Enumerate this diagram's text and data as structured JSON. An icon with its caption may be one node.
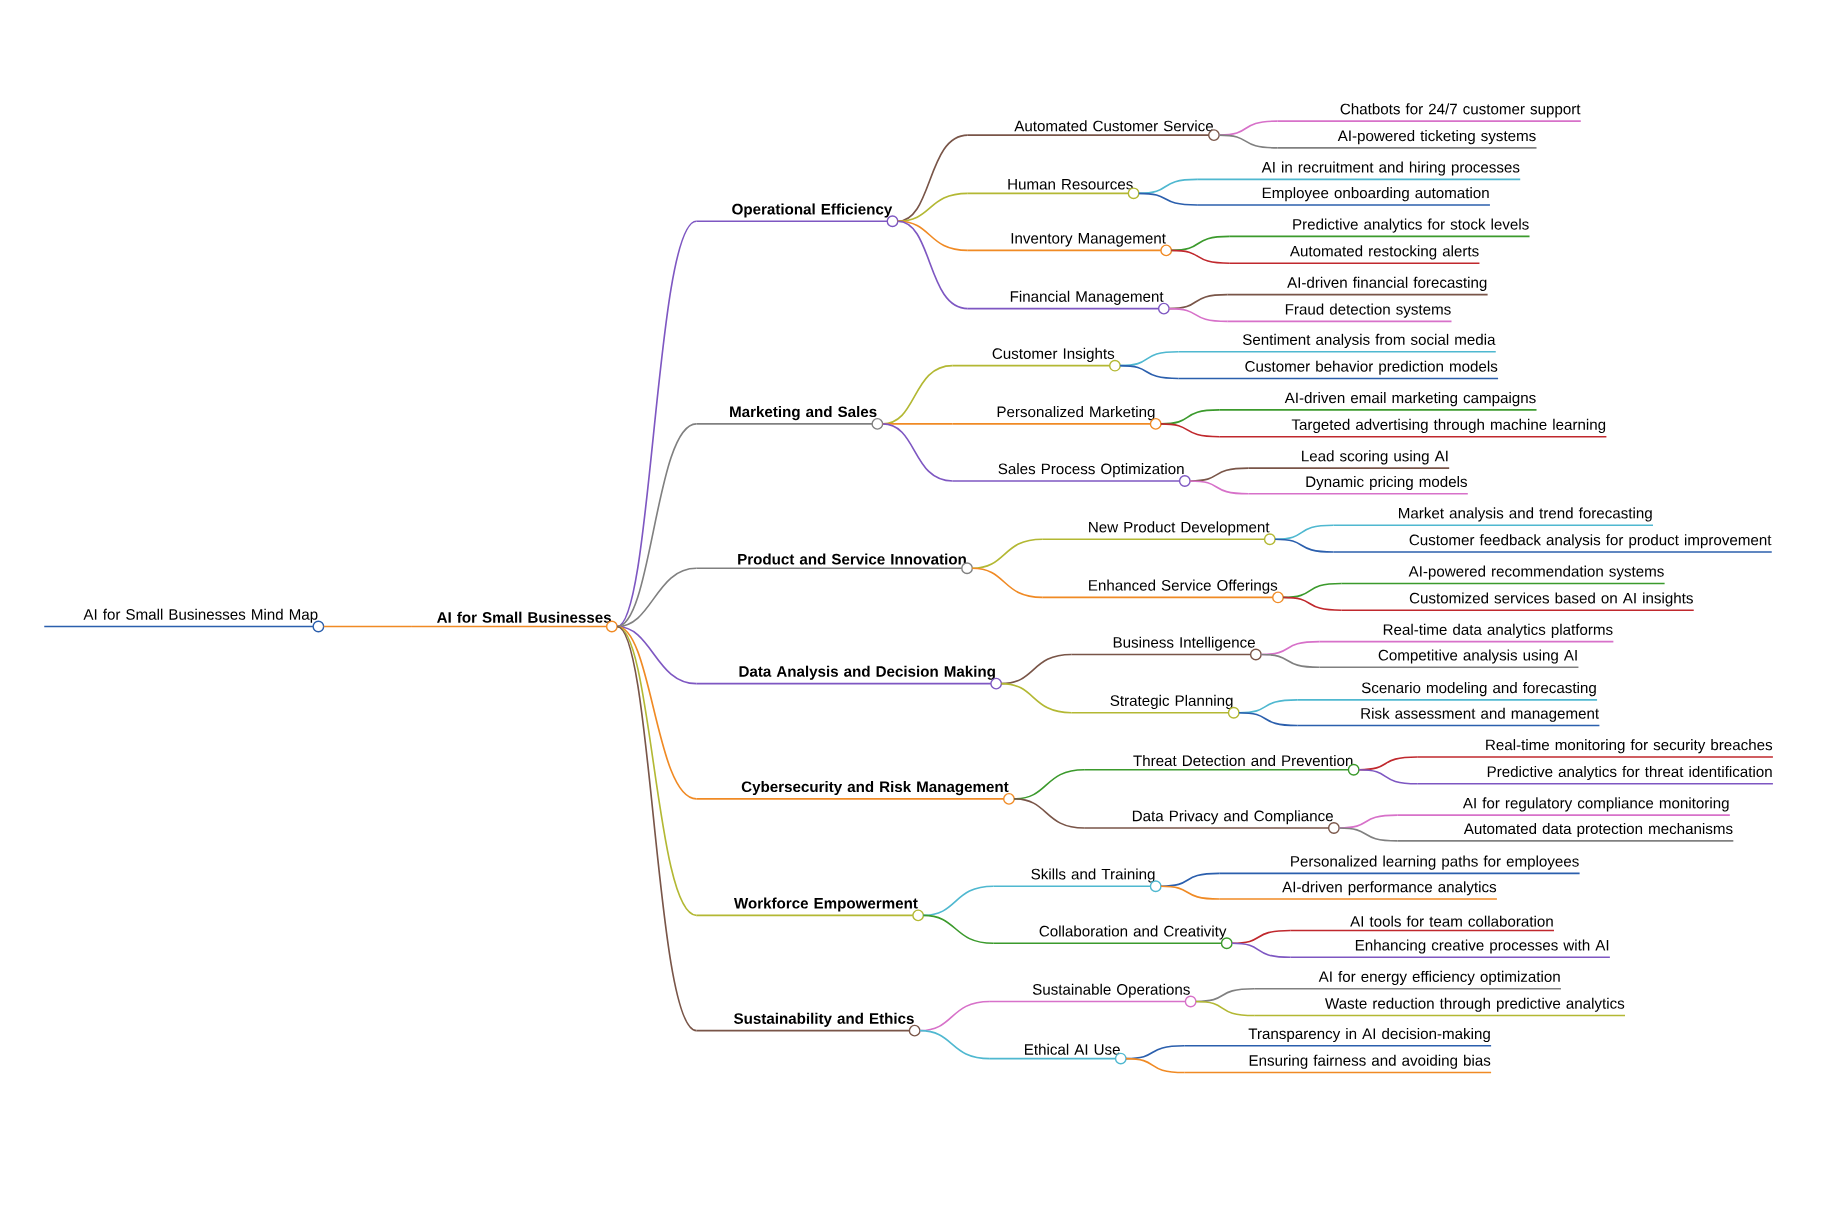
{
  "diagram": {
    "nodes": [
      {
        "text": [
          "AI for Small Businesses Mind Map"
        ]
      },
      {
        "text": [
          "AI for Small Businesses"
        ]
      },
      {
        "text": [
          "Operational Efficiency"
        ]
      },
      {
        "text": [
          "Automated Customer Service"
        ]
      },
      {
        "text": [
          "Chatbots for 24/7 customer support"
        ]
      },
      {
        "text": [
          "AI-powered ticketing systems"
        ]
      },
      {
        "text": [
          "Human Resources"
        ]
      },
      {
        "text": [
          "AI in recruitment and hiring processes"
        ]
      },
      {
        "text": [
          "Employee onboarding automation"
        ]
      },
      {
        "text": [
          "Inventory Management"
        ]
      },
      {
        "text": [
          "Predictive analytics for stock levels"
        ]
      },
      {
        "text": [
          "Automated restocking alerts"
        ]
      },
      {
        "text": [
          "Financial Management"
        ]
      },
      {
        "text": [
          "AI-driven financial forecasting"
        ]
      },
      {
        "text": [
          "Fraud detection systems"
        ]
      },
      {
        "text": [
          "Marketing and Sales"
        ]
      },
      {
        "text": [
          "Customer Insights"
        ]
      },
      {
        "text": [
          "Sentiment analysis from social media"
        ]
      },
      {
        "text": [
          "Customer behavior prediction models"
        ]
      },
      {
        "text": [
          "Personalized Marketing"
        ]
      },
      {
        "text": [
          "AI-driven email marketing campaigns"
        ]
      },
      {
        "text": [
          "Targeted advertising through machine learning"
        ]
      },
      {
        "text": [
          "Sales Process Optimization"
        ]
      },
      {
        "text": [
          "Lead scoring using AI"
        ]
      },
      {
        "text": [
          "Dynamic pricing models"
        ]
      },
      {
        "text": [
          "Product and Service Innovation"
        ]
      },
      {
        "text": [
          "New Product Development"
        ]
      },
      {
        "text": [
          "Market analysis and trend forecasting"
        ]
      },
      {
        "text": [
          "Customer feedback analysis for product improvement"
        ]
      },
      {
        "text": [
          "Enhanced Service Offerings"
        ]
      },
      {
        "text": [
          "AI-powered recommendation systems"
        ]
      },
      {
        "text": [
          "Customized services based on AI insights"
        ]
      },
      {
        "text": [
          "Data Analysis and Decision Making"
        ]
      },
      {
        "text": [
          "Business Intelligence"
        ]
      },
      {
        "text": [
          "Real-time data analytics platforms"
        ]
      },
      {
        "text": [
          "Competitive analysis using AI"
        ]
      },
      {
        "text": [
          "Strategic Planning"
        ]
      },
      {
        "text": [
          "Scenario modeling and forecasting"
        ]
      },
      {
        "text": [
          "Risk assessment and management"
        ]
      },
      {
        "text": [
          "Cybersecurity and Risk Management"
        ]
      },
      {
        "text": [
          "Threat Detection and Prevention"
        ]
      },
      {
        "text": [
          "Real-time monitoring for security breaches"
        ]
      },
      {
        "text": [
          "Predictive analytics for threat identification"
        ]
      },
      {
        "text": [
          "Data Privacy and Compliance"
        ]
      },
      {
        "text": [
          "AI for regulatory compliance monitoring"
        ]
      },
      {
        "text": [
          "Automated data protection mechanisms"
        ]
      },
      {
        "text": [
          "Workforce Empowerment"
        ]
      },
      {
        "text": [
          "Skills and Training"
        ]
      },
      {
        "text": [
          "Personalized learning paths for employees"
        ]
      },
      {
        "text": [
          "AI-driven performance analytics"
        ]
      },
      {
        "text": [
          "Collaboration and Creativity"
        ]
      },
      {
        "text": [
          "AI tools for team collaboration"
        ]
      },
      {
        "text": [
          "Enhancing creative processes with AI"
        ]
      },
      {
        "text": [
          "Sustainability and Ethics"
        ]
      },
      {
        "text": [
          "Sustainable Operations"
        ]
      },
      {
        "text": [
          "AI for energy efficiency optimization"
        ]
      },
      {
        "text": [
          "Waste reduction through predictive analytics"
        ]
      },
      {
        "text": [
          "Ethical AI Use"
        ]
      },
      {
        "text": [
          "Transparency in AI decision-making"
        ]
      },
      {
        "text": [
          "Ensuring fairness and avoiding bias"
        ]
      }
    ],
    "edges": [
      {
        "from": 0,
        "to": 1,
        "arrow": "none",
        "color": "#f08a24"
      },
      {
        "from": 1,
        "to": 2,
        "arrow": "none",
        "color": "#7e57c2"
      },
      {
        "from": 2,
        "to": 3,
        "arrow": "none",
        "color": "#795548"
      },
      {
        "from": 3,
        "to": 4,
        "arrow": "none",
        "color": "#d771c9"
      },
      {
        "from": 3,
        "to": 5,
        "arrow": "none",
        "color": "#808080"
      },
      {
        "from": 2,
        "to": 6,
        "arrow": "none",
        "color": "#b3b833"
      },
      {
        "from": 6,
        "to": 7,
        "arrow": "none",
        "color": "#4fb8d0"
      },
      {
        "from": 6,
        "to": 8,
        "arrow": "none",
        "color": "#2b5fad"
      },
      {
        "from": 2,
        "to": 9,
        "arrow": "none",
        "color": "#f08a24"
      },
      {
        "from": 9,
        "to": 10,
        "arrow": "none",
        "color": "#3b9a2c"
      },
      {
        "from": 9,
        "to": 11,
        "arrow": "none",
        "color": "#c0282d"
      },
      {
        "from": 2,
        "to": 12,
        "arrow": "none",
        "color": "#7e57c2"
      },
      {
        "from": 12,
        "to": 13,
        "arrow": "none",
        "color": "#795548"
      },
      {
        "from": 12,
        "to": 14,
        "arrow": "none",
        "color": "#d771c9"
      },
      {
        "from": 1,
        "to": 15,
        "arrow": "none",
        "color": "#808080"
      },
      {
        "from": 15,
        "to": 16,
        "arrow": "none",
        "color": "#b3b833"
      },
      {
        "from": 16,
        "to": 17,
        "arrow": "none",
        "color": "#4fb8d0"
      },
      {
        "from": 16,
        "to": 18,
        "arrow": "none",
        "color": "#2b5fad"
      },
      {
        "from": 15,
        "to": 19,
        "arrow": "none",
        "color": "#f08a24"
      },
      {
        "from": 19,
        "to": 20,
        "arrow": "none",
        "color": "#3b9a2c"
      },
      {
        "from": 19,
        "to": 21,
        "arrow": "none",
        "color": "#c0282d"
      },
      {
        "from": 15,
        "to": 22,
        "arrow": "none",
        "color": "#7e57c2"
      },
      {
        "from": 22,
        "to": 23,
        "arrow": "none",
        "color": "#795548"
      },
      {
        "from": 22,
        "to": 24,
        "arrow": "none",
        "color": "#d771c9"
      },
      {
        "from": 1,
        "to": 25,
        "arrow": "none",
        "color": "#808080"
      },
      {
        "from": 25,
        "to": 26,
        "arrow": "none",
        "color": "#b3b833"
      },
      {
        "from": 26,
        "to": 27,
        "arrow": "none",
        "color": "#4fb8d0"
      },
      {
        "from": 26,
        "to": 28,
        "arrow": "none",
        "color": "#2b5fad"
      },
      {
        "from": 25,
        "to": 29,
        "arrow": "none",
        "color": "#f08a24"
      },
      {
        "from": 29,
        "to": 30,
        "arrow": "none",
        "color": "#3b9a2c"
      },
      {
        "from": 29,
        "to": 31,
        "arrow": "none",
        "color": "#c0282d"
      },
      {
        "from": 1,
        "to": 32,
        "arrow": "none",
        "color": "#7e57c2"
      },
      {
        "from": 32,
        "to": 33,
        "arrow": "none",
        "color": "#795548"
      },
      {
        "from": 33,
        "to": 34,
        "arrow": "none",
        "color": "#d771c9"
      },
      {
        "from": 33,
        "to": 35,
        "arrow": "none",
        "color": "#808080"
      },
      {
        "from": 32,
        "to": 36,
        "arrow": "none",
        "color": "#b3b833"
      },
      {
        "from": 36,
        "to": 37,
        "arrow": "none",
        "color": "#4fb8d0"
      },
      {
        "from": 36,
        "to": 38,
        "arrow": "none",
        "color": "#2b5fad"
      },
      {
        "from": 1,
        "to": 39,
        "arrow": "none",
        "color": "#f08a24"
      },
      {
        "from": 39,
        "to": 40,
        "arrow": "none",
        "color": "#3b9a2c"
      },
      {
        "from": 40,
        "to": 41,
        "arrow": "none",
        "color": "#c0282d"
      },
      {
        "from": 40,
        "to": 42,
        "arrow": "none",
        "color": "#7e57c2"
      },
      {
        "from": 39,
        "to": 43,
        "arrow": "none",
        "color": "#795548"
      },
      {
        "from": 43,
        "to": 44,
        "arrow": "none",
        "color": "#d771c9"
      },
      {
        "from": 43,
        "to": 45,
        "arrow": "none",
        "color": "#808080"
      },
      {
        "from": 1,
        "to": 46,
        "arrow": "none",
        "color": "#b3b833"
      },
      {
        "from": 46,
        "to": 47,
        "arrow": "none",
        "color": "#4fb8d0"
      },
      {
        "from": 47,
        "to": 48,
        "arrow": "none",
        "color": "#2b5fad"
      },
      {
        "from": 47,
        "to": 49,
        "arrow": "none",
        "color": "#f08a24"
      },
      {
        "from": 46,
        "to": 50,
        "arrow": "none",
        "color": "#3b9a2c"
      },
      {
        "from": 50,
        "to": 51,
        "arrow": "none",
        "color": "#c0282d"
      },
      {
        "from": 50,
        "to": 52,
        "arrow": "none",
        "color": "#7e57c2"
      },
      {
        "from": 1,
        "to": 53,
        "arrow": "none",
        "color": "#795548"
      },
      {
        "from": 53,
        "to": 54,
        "arrow": "none",
        "color": "#d771c9"
      },
      {
        "from": 54,
        "to": 55,
        "arrow": "none",
        "color": "#808080"
      },
      {
        "from": 54,
        "to": 56,
        "arrow": "none",
        "color": "#b3b833"
      },
      {
        "from": 53,
        "to": 57,
        "arrow": "none",
        "color": "#4fb8d0"
      },
      {
        "from": 57,
        "to": 58,
        "arrow": "none",
        "color": "#2b5fad"
      },
      {
        "from": 57,
        "to": 59,
        "arrow": "none",
        "color": "#f08a24"
      }
    ]
  }
}
